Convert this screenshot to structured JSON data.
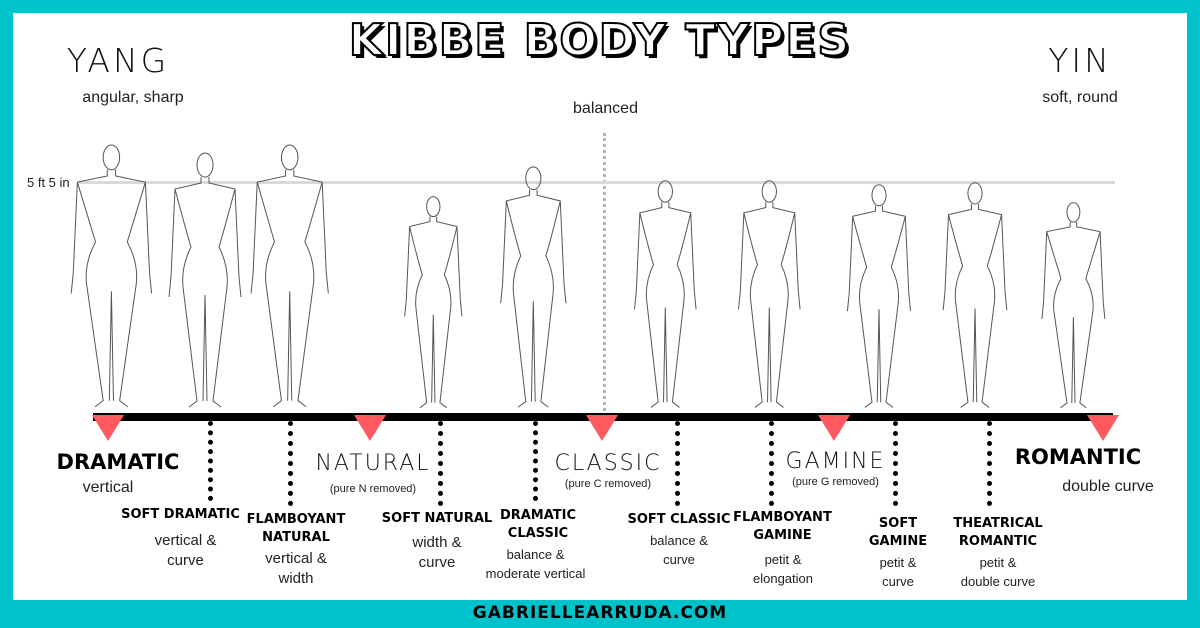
{
  "title": "KIBBE BODY TYPES",
  "yang": {
    "label": "YANG",
    "sub": "angular, sharp"
  },
  "yin": {
    "label": "YIN",
    "sub": "soft, round"
  },
  "balanced": "balanced",
  "height_label": "5 ft 5 in",
  "main_types": [
    {
      "name": "DRAMATIC",
      "sub": "vertical"
    },
    {
      "name": "NATURAL",
      "sub": "(pure N removed)"
    },
    {
      "name": "CLASSIC",
      "sub": "(pure C removed)"
    },
    {
      "name": "GAMINE",
      "sub": "(pure G removed)"
    },
    {
      "name": "ROMANTIC",
      "sub": "double curve"
    }
  ],
  "sub_types": [
    {
      "name": "SOFT DRAMATIC",
      "desc": "vertical &\ncurve"
    },
    {
      "name": "FLAMBOYANT\nNATURAL",
      "desc": "vertical &\nwidth"
    },
    {
      "name": "SOFT NATURAL",
      "desc": "width &\ncurve"
    },
    {
      "name": "DRAMATIC\nCLASSIC",
      "desc": "balance &\nmoderate vertical"
    },
    {
      "name": "SOFT CLASSIC",
      "desc": "balance &\ncurve"
    },
    {
      "name": "FLAMBOYANT\nGAMINE",
      "desc": "petit &\nelongation"
    },
    {
      "name": "SOFT\nGAMINE",
      "desc": "petit &\ncurve"
    },
    {
      "name": "THEATRICAL\nROMANTIC",
      "desc": "petit &\ndouble curve"
    }
  ],
  "footer": "GABRIELLEARRUDA.COM"
}
